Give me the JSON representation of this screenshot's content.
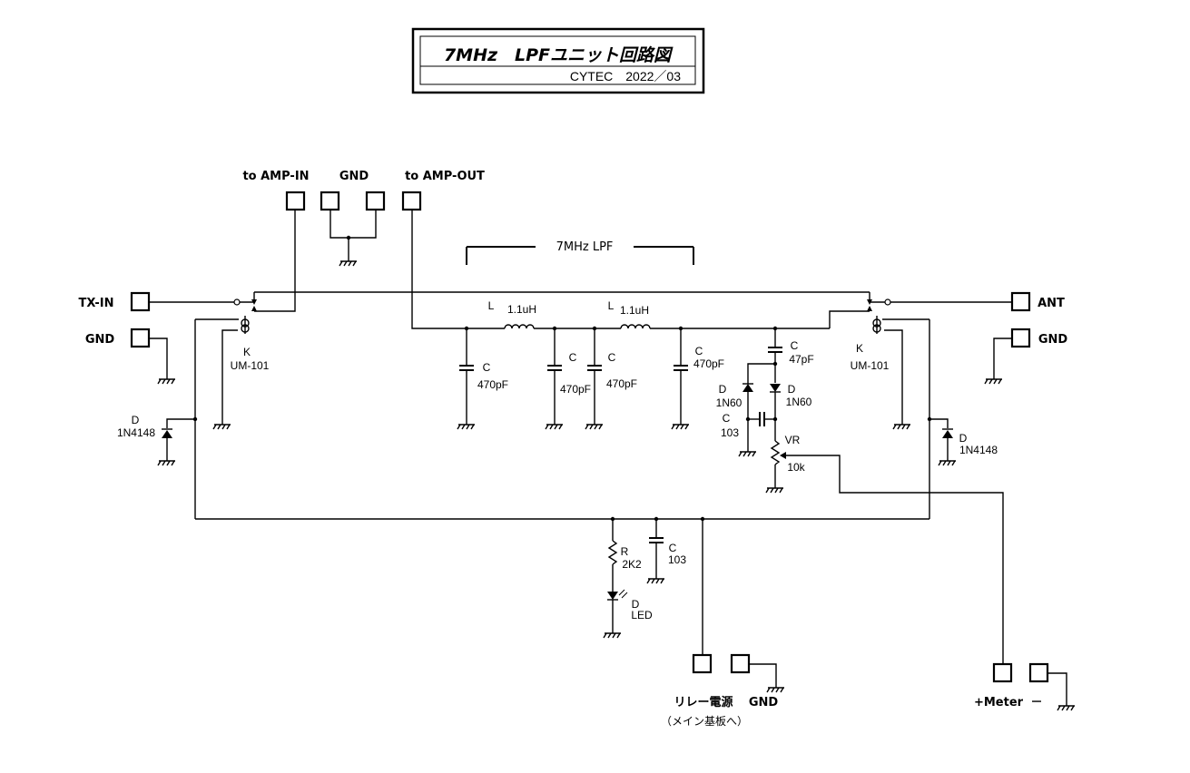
{
  "title": {
    "main": "7MHz　LPFユニット回路図",
    "credit": "CYTEC　2022／03"
  },
  "terminals": {
    "amp_in": "to AMP-IN",
    "gnd_top": "GND",
    "amp_out": "to AMP-OUT",
    "tx_in": "TX-IN",
    "gnd_left": "GND",
    "ant": "ANT",
    "gnd_right": "GND",
    "relay_power": "リレー電源",
    "relay_power_note": "（メイン基板へ）",
    "gnd_bottom": "GND",
    "meter": "+Meter",
    "meter_minus": "－"
  },
  "filter_label": "7MHz  LPF",
  "components": {
    "relay_left": {
      "ref": "K",
      "value": "UM-101"
    },
    "relay_right": {
      "ref": "K",
      "value": "UM-101"
    },
    "diode_left": {
      "ref": "D",
      "value": "1N4148"
    },
    "diode_right": {
      "ref": "D",
      "value": "1N4148"
    },
    "l1": {
      "ref": "L",
      "value": "1.1uH"
    },
    "l2": {
      "ref": "L",
      "value": "1.1uH"
    },
    "c1": {
      "ref": "C",
      "value": "470pF"
    },
    "c2": {
      "ref": "C",
      "value": "470pF"
    },
    "c3": {
      "ref": "C",
      "value": "470pF"
    },
    "c4": {
      "ref": "C",
      "value": "470pF"
    },
    "c_couple": {
      "ref": "C",
      "value": "47pF"
    },
    "d_det1": {
      "ref": "D",
      "value": "1N60"
    },
    "d_det2": {
      "ref": "D",
      "value": "1N60"
    },
    "c_det": {
      "ref": "C",
      "value": "103"
    },
    "vr": {
      "ref": "VR",
      "value": "10k"
    },
    "r_led": {
      "ref": "R",
      "value": "2K2"
    },
    "c_bypass": {
      "ref": "C",
      "value": "103"
    },
    "led": {
      "ref": "D",
      "value": "LED"
    }
  }
}
